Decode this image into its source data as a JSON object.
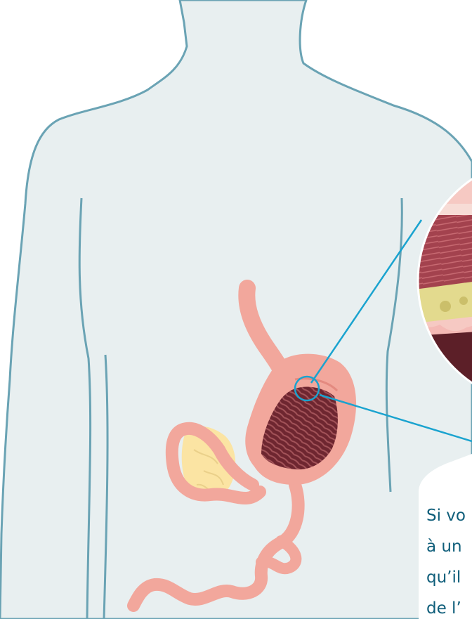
{
  "colors": {
    "body_fill": "#e8eff0",
    "body_outline": "#6aa3b4",
    "callout_line": "#1aa3cf",
    "stomach_pink": "#f2a79c",
    "stomach_inner": "#7a2f35",
    "gallbladder": "#fbe4a3",
    "text": "#0f5e7a"
  },
  "caption": {
    "line1": "Si vo",
    "line2": "à un",
    "line3": "qu’il",
    "line4": "de l’"
  }
}
